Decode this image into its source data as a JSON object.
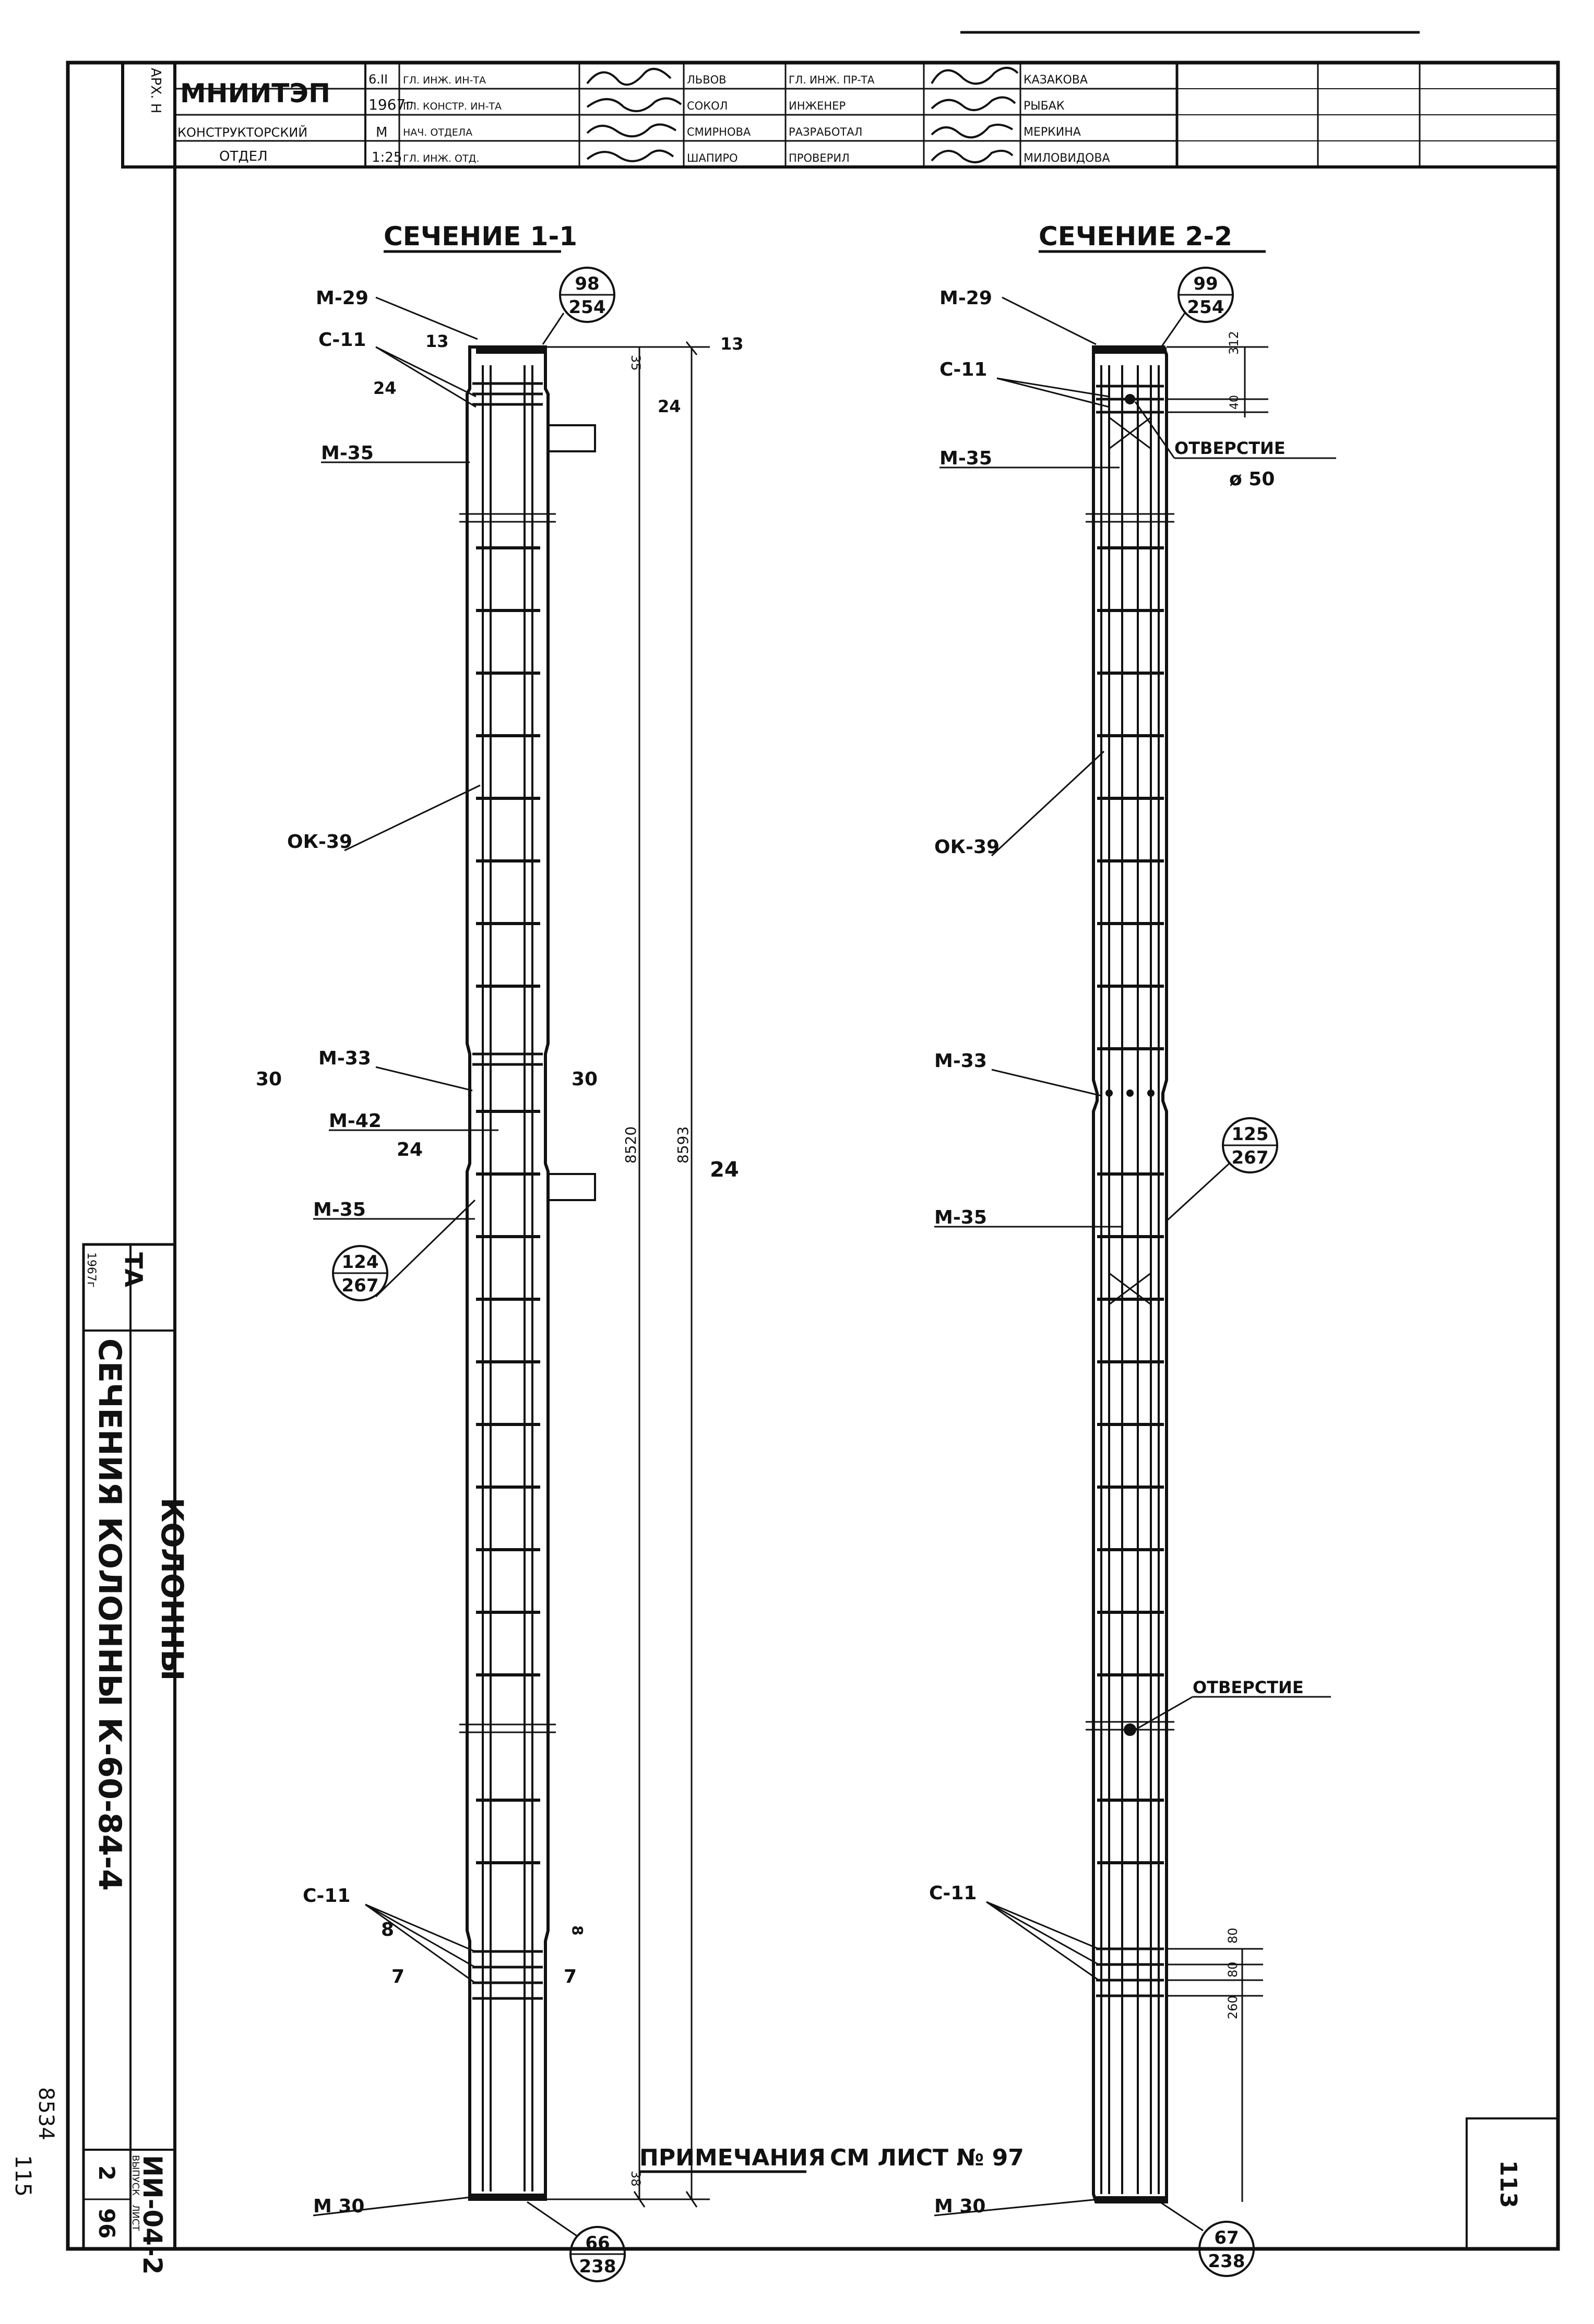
{
  "title_block": {
    "arch_label": "АРХ. Н",
    "institute": "МНИИТЭП",
    "department_line1": "КОНСТРУКТОРСКИЙ",
    "department_line2": "ОТДЕЛ",
    "date_block": "6.II",
    "year": "1967г",
    "scale_label": "М",
    "scale_value": "1:25",
    "roles": [
      "ГЛ. ИНЖ. ИН-ТА",
      "ГЛ. КОНСТР. ИН-ТА",
      "НАЧ. ОТДЕЛА",
      "ГЛ. ИНЖ. ОТД."
    ],
    "names_col1": [
      "ЛЬВОВ",
      "СОКОЛ",
      "СМИРНОВА",
      "ШАПИРО"
    ],
    "roles2": [
      "ГЛ. ИНЖ. ПР-ТА",
      "ИНЖЕНЕР",
      "РАЗРАБОТАЛ",
      "ПРОВЕРИЛ"
    ],
    "names_col2": [
      "КАЗАКОВА",
      "РЫБАК",
      "МЕРКИНА",
      "МИЛОВИДОВА"
    ]
  },
  "side_block": {
    "ta": "ТА",
    "year": "1967г",
    "title": "КОЛОННЫ",
    "subtitle": "СЕЧЕНИЯ КОЛОННЫ К-60-84-4",
    "code": "ИИ-04-2",
    "issue_label": "ВЫПУСК",
    "issue": "2",
    "sheet_label": "ЛИСТ",
    "sheet": "96",
    "archive1": "8534",
    "archive2": "115"
  },
  "section1": {
    "title": "СЕЧЕНИЕ 1-1",
    "labels": {
      "m29": "М-29",
      "c11_top": "С-11",
      "m35_top": "М-35",
      "ok39": "ОК-39",
      "m33": "М-33",
      "m42": "М-42",
      "m35_mid": "М-35",
      "c11_bot": "С-11",
      "m30": "М 30"
    },
    "dims": {
      "d13a": "13",
      "d13b": "13",
      "d24a": "24",
      "d24b": "24",
      "d24c": "24",
      "d24d": "24",
      "d30a": "30",
      "d30b": "30",
      "d8a": "8",
      "d8b": "8",
      "d7a": "7",
      "d7b": "7",
      "d35": "35",
      "d38": "38",
      "len1": "8520",
      "len2": "8593"
    },
    "bubbles": [
      {
        "top": "98",
        "bottom": "254"
      },
      {
        "top": "124",
        "bottom": "267"
      },
      {
        "top": "66",
        "bottom": "238"
      }
    ]
  },
  "section2": {
    "title": "СЕЧЕНИЕ 2-2",
    "labels": {
      "m29": "М-29",
      "c11_top": "С-11",
      "m35_top": "М-35",
      "hole_top": "ОТВЕРСТИЕ",
      "hole_dia": "ø 50",
      "ok39": "ОК-39",
      "m33": "М-33",
      "m35_mid": "М-35",
      "hole_bot": "ОТВЕРСТИЕ",
      "c11_bot": "С-11",
      "m30": "М 30"
    },
    "dims": {
      "d312": "312",
      "d40": "40",
      "d80a": "80",
      "d80b": "80",
      "d260": "260"
    },
    "bubbles": [
      {
        "top": "99",
        "bottom": "254"
      },
      {
        "top": "125",
        "bottom": "267"
      },
      {
        "top": "67",
        "bottom": "238"
      }
    ]
  },
  "footer": {
    "notes_label": "ПРИМЕЧАНИЯ",
    "notes_rest": "СМ ЛИСТ № 97",
    "page_number": "113"
  }
}
